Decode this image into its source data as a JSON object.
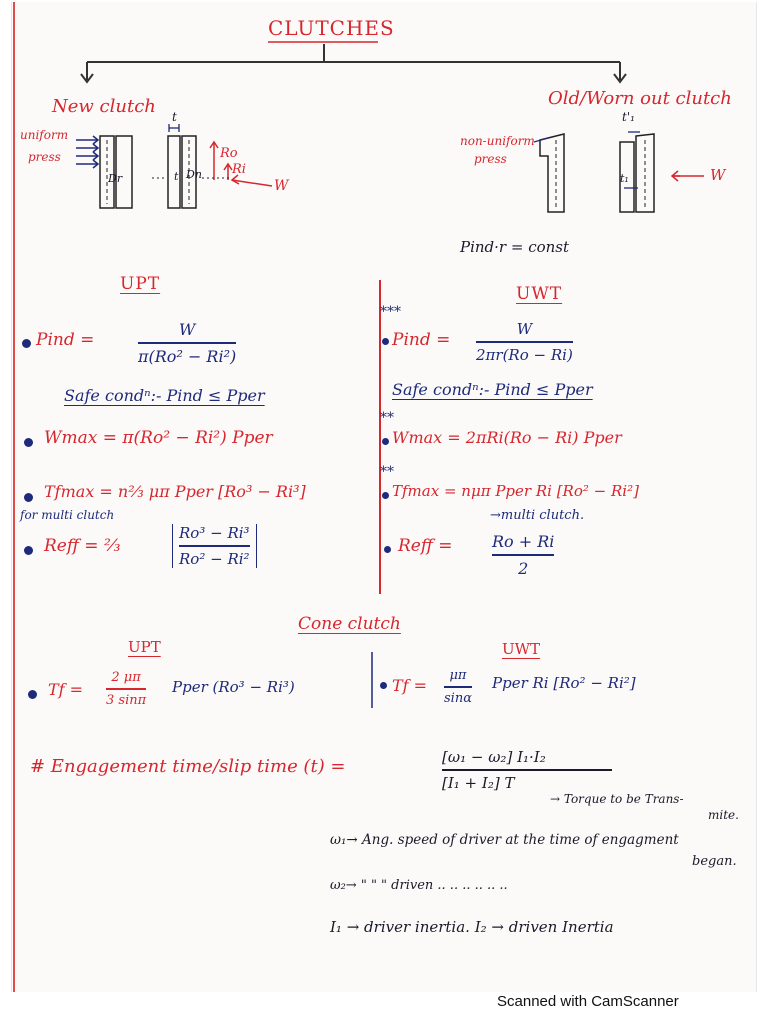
{
  "header": {
    "title": "CLUTCHES"
  },
  "branches": {
    "left": "New clutch",
    "right": "Old/Worn out clutch"
  },
  "diagram": {
    "uniform_label_1": "uniform",
    "uniform_label_2": "press",
    "nonuniform_label_1": "non-uniform",
    "nonuniform_label_2": "press",
    "Ro": "Ro",
    "Ri": "Ri",
    "W": "W",
    "t": "t",
    "t1": "t₁",
    "tprime": "t'₁",
    "Dr": "Dr",
    "Dn": "Dn",
    "const": "Pind·r = const"
  },
  "upt": {
    "heading": "UPT",
    "pind_label": "Pind =",
    "pind_num": "W",
    "pind_den": "π(Ro² − Ri²)",
    "safe": "Safe condⁿ:- Pind ≤ Pper",
    "wmax": "Wmax = π(Ro² − Ri²) Pper",
    "tfmax": "Tfmax = n⅔ μπ Pper [Ro³ − Ri³]",
    "multi": "for multi clutch",
    "reff_label": "Reff = ⅔",
    "reff_num": "Ro³ − Ri³",
    "reff_den": "Ro² − Ri²"
  },
  "uwt": {
    "heading": "UWT",
    "stars1": "***",
    "pind_label": "Pind =",
    "pind_num": "W",
    "pind_den": "2πr(Ro − Ri)",
    "safe": "Safe condⁿ:- Pind ≤ Pper",
    "stars2": "**",
    "wmax": "Wmax = 2πRi(Ro − Ri) Pper",
    "stars3": "**",
    "tfmax": "Tfmax = nμπ Pper Ri [Ro² − Ri²]",
    "multi": "→multi clutch.",
    "reff_label": "Reff =",
    "reff_num": "Ro + Ri",
    "reff_den": "2"
  },
  "cone": {
    "heading": "Cone clutch",
    "upt_heading": "UPT",
    "uwt_heading": "UWT",
    "upt_tf_label": "Tf =",
    "upt_tf_num": "2 μπ",
    "upt_tf_den": "3 sinπ",
    "upt_tf_rest": "Pper (Ro³ − Ri³)",
    "uwt_tf_label": "Tf =",
    "uwt_tf_num": "μπ",
    "uwt_tf_den": "sinα",
    "uwt_tf_rest": "Pper Ri [Ro² − Ri²]"
  },
  "engagement": {
    "label": "# Engagement time/slip time (t) =",
    "num": "[ω₁ − ω₂] I₁·I₂",
    "den": "[I₁ + I₂] T",
    "torque_note_1": "→ Torque to be Trans-",
    "torque_note_2": "mite.",
    "w1_line_1": "ω₁→ Ang. speed of driver at the time of engagment",
    "w1_line_2": "began.",
    "w2_line": "ω₂→ \"      \"      \" driven ..   ..    ..    ..    ..  ..",
    "i_line": "I₁ → driver inertia.  I₂ → driven Inertia"
  },
  "footer": {
    "text": "Scanned with CamScanner"
  }
}
